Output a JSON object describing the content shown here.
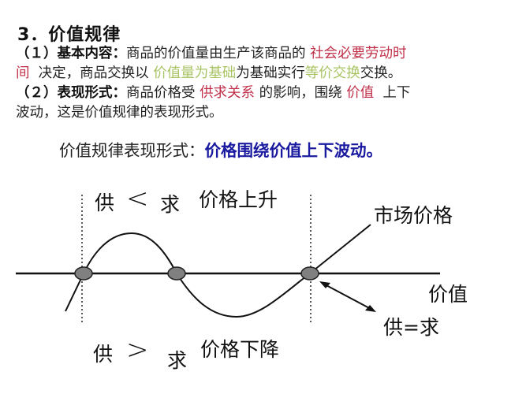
{
  "heading": "3．价值规律",
  "point1": {
    "label": "（１）基本内容：",
    "text_a": "商品的价值量由生产该商品的 ",
    "highlight_a": "社会必要劳动时",
    "highlight_a2": "间",
    "text_b": "  决定，商品交换以 ",
    "highlight_b": "价值量为基础",
    "text_c": "为基础实行",
    "highlight_c": "等价交换",
    "text_d": "交换。"
  },
  "point2": {
    "label": "（２）表现形式：",
    "text_a": "商品价格受 ",
    "highlight_a": "供求关系",
    "text_b": " 的影响，围绕 ",
    "highlight_b": "价值",
    "text_c": "  上下",
    "text_d": "波动，这是价值规律的表现形式。"
  },
  "summary": {
    "prefix": "价值规律表现形式：",
    "emphasis": "价格围绕价值上下波动。"
  },
  "diagram": {
    "label_top_left": "供",
    "label_top_right": "求",
    "label_top_relation": "<",
    "label_rise": "价格上升",
    "label_bottom_left": "供",
    "label_bottom_right": "求",
    "label_bottom_relation": ">",
    "label_fall": "价格下降",
    "label_market_price": "市场价格",
    "label_value": "价值",
    "label_equilibrium": "供=求"
  },
  "colors": {
    "red_highlight": "#c0304a",
    "green_highlight": "#a9c464",
    "blue_emphasis": "#1a1aa0",
    "marker_fill": "#808080"
  }
}
